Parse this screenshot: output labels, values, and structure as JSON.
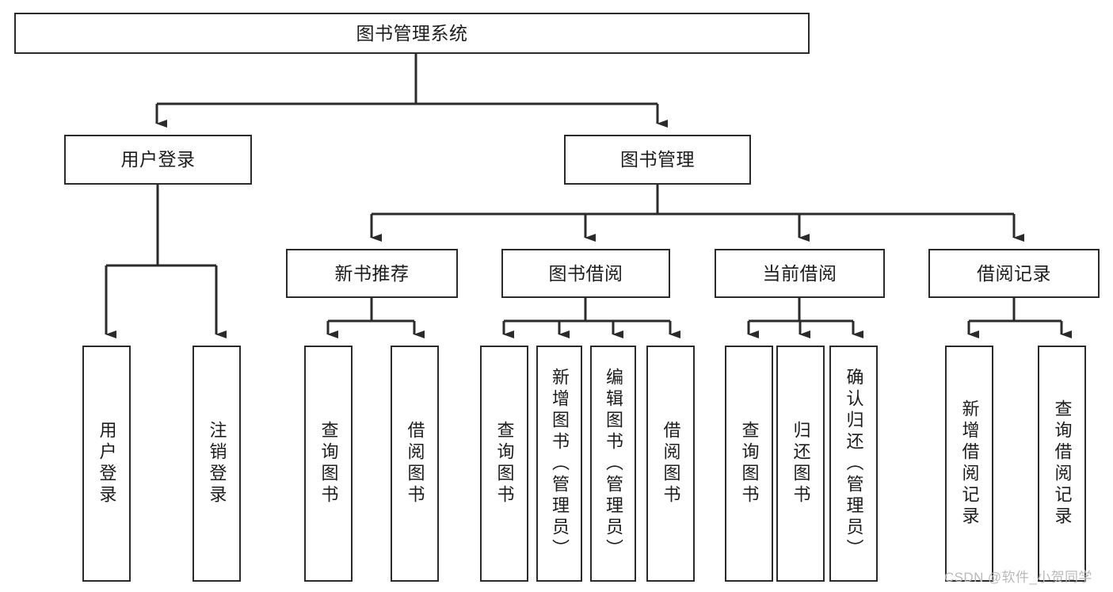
{
  "diagram": {
    "title": "图书管理系统",
    "type": "tree-hierarchy-chart",
    "orientation": "top-down",
    "colors": {
      "box_border": "#2b2b2b",
      "box_fill": "#ffffff",
      "connector": "#2b2b2b",
      "text": "#1c1c1c",
      "watermark": "#b9b9b9",
      "background": "#ffffff"
    }
  },
  "root": {
    "label": "图书管理系统"
  },
  "level2": [
    {
      "label": "用户登录"
    },
    {
      "label": "图书管理"
    }
  ],
  "level3": [
    {
      "label": "新书推荐"
    },
    {
      "label": "图书借阅"
    },
    {
      "label": "当前借阅"
    },
    {
      "label": "借阅记录"
    }
  ],
  "leaves": {
    "user_login": [
      {
        "label": "用户登录"
      },
      {
        "label": "注销登录"
      }
    ],
    "new_book_recommend": [
      {
        "label": "查询图书"
      },
      {
        "label": "借阅图书"
      }
    ],
    "book_borrow": [
      {
        "label": "查询图书"
      },
      {
        "label": "新增图书（管理员）"
      },
      {
        "label": "编辑图书（管理员）"
      },
      {
        "label": "借阅图书"
      }
    ],
    "current_borrow": [
      {
        "label": "查询图书"
      },
      {
        "label": "归还图书"
      },
      {
        "label": "确认归还（管理员）"
      }
    ],
    "borrow_record": [
      {
        "label": "新增借阅记录"
      },
      {
        "label": "查询借阅记录"
      }
    ]
  },
  "watermark": {
    "text": "CSDN @软件_小贺同学"
  }
}
